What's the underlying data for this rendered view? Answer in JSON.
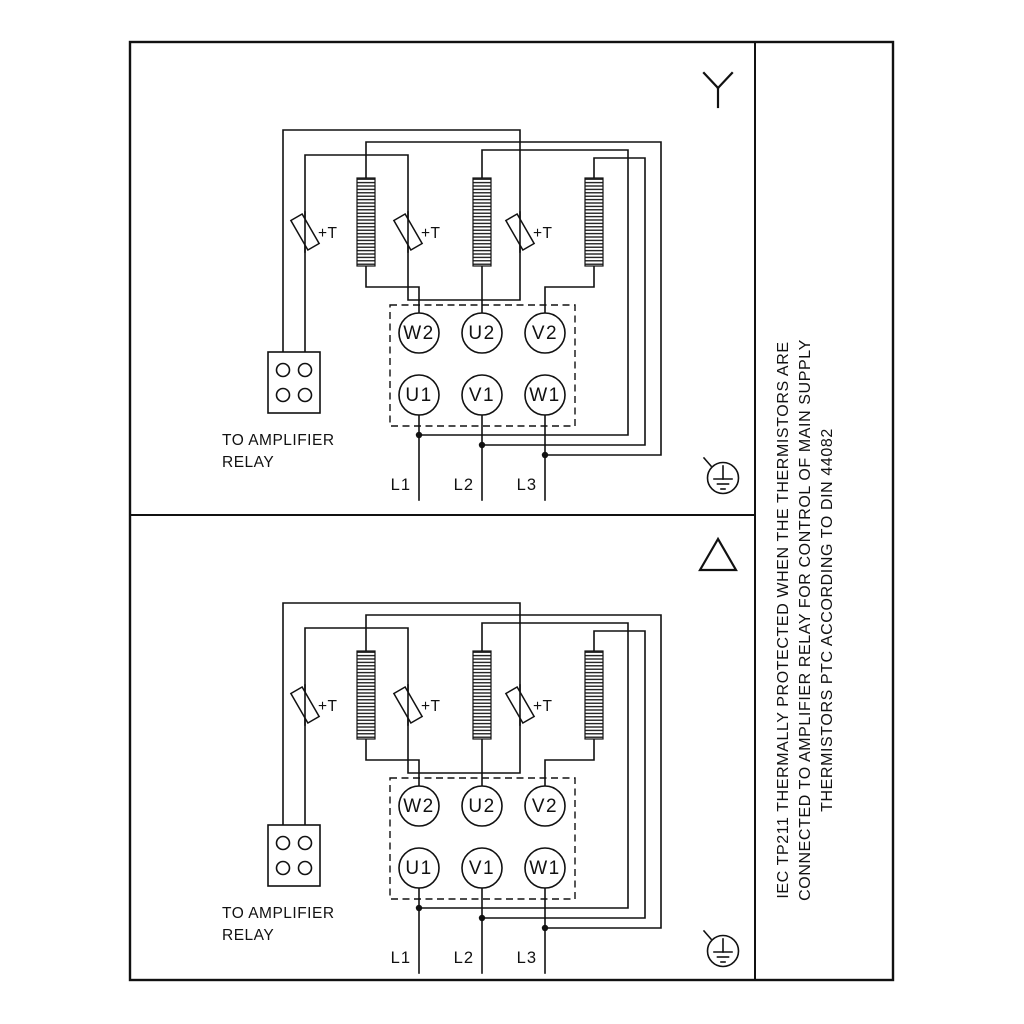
{
  "colors": {
    "line": "#111111",
    "background": "#ffffff"
  },
  "labels": {
    "thermistor": "+T",
    "relay_line1": "TO AMPLIFIER",
    "relay_line2": "RELAY",
    "terminals_top": [
      "W2",
      "U2",
      "V2"
    ],
    "terminals_bottom": [
      "U1",
      "V1",
      "W1"
    ],
    "mains": [
      "L1",
      "L2",
      "L3"
    ]
  },
  "panels": [
    {
      "connection": "star"
    },
    {
      "connection": "delta"
    }
  ],
  "sidebar_note": {
    "lines": [
      "IEC TP211 THERMALLY PROTECTED WHEN THE THERMISTORS ARE",
      "CONNECTED TO AMPLIFIER RELAY FOR CONTROL OF MAIN SUPPLY",
      "THERMISTORS PTC ACCORDING TO DIN 44082"
    ]
  }
}
